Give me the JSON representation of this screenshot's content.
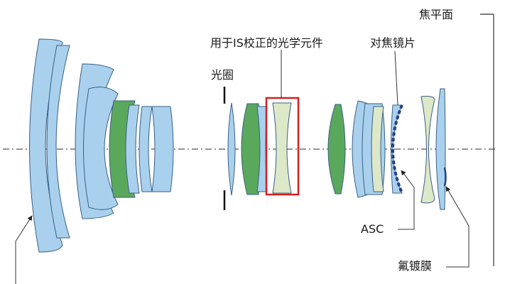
{
  "labels": {
    "focal_plane": "焦平面",
    "is_element": "用于IS校正的光学元件",
    "focus_element": "对焦镜片",
    "aperture": "光圈",
    "asc": "ASC",
    "fluorine": "氟镀膜"
  },
  "colors": {
    "lens_blue": "#a9d1ee",
    "lens_green": "#5aa85c",
    "lens_pale": "#dde8c9",
    "outline": "#3a5f86",
    "is_box": "#d42020",
    "asc_coating": "#233f8a",
    "line": "#4a4a4a"
  }
}
